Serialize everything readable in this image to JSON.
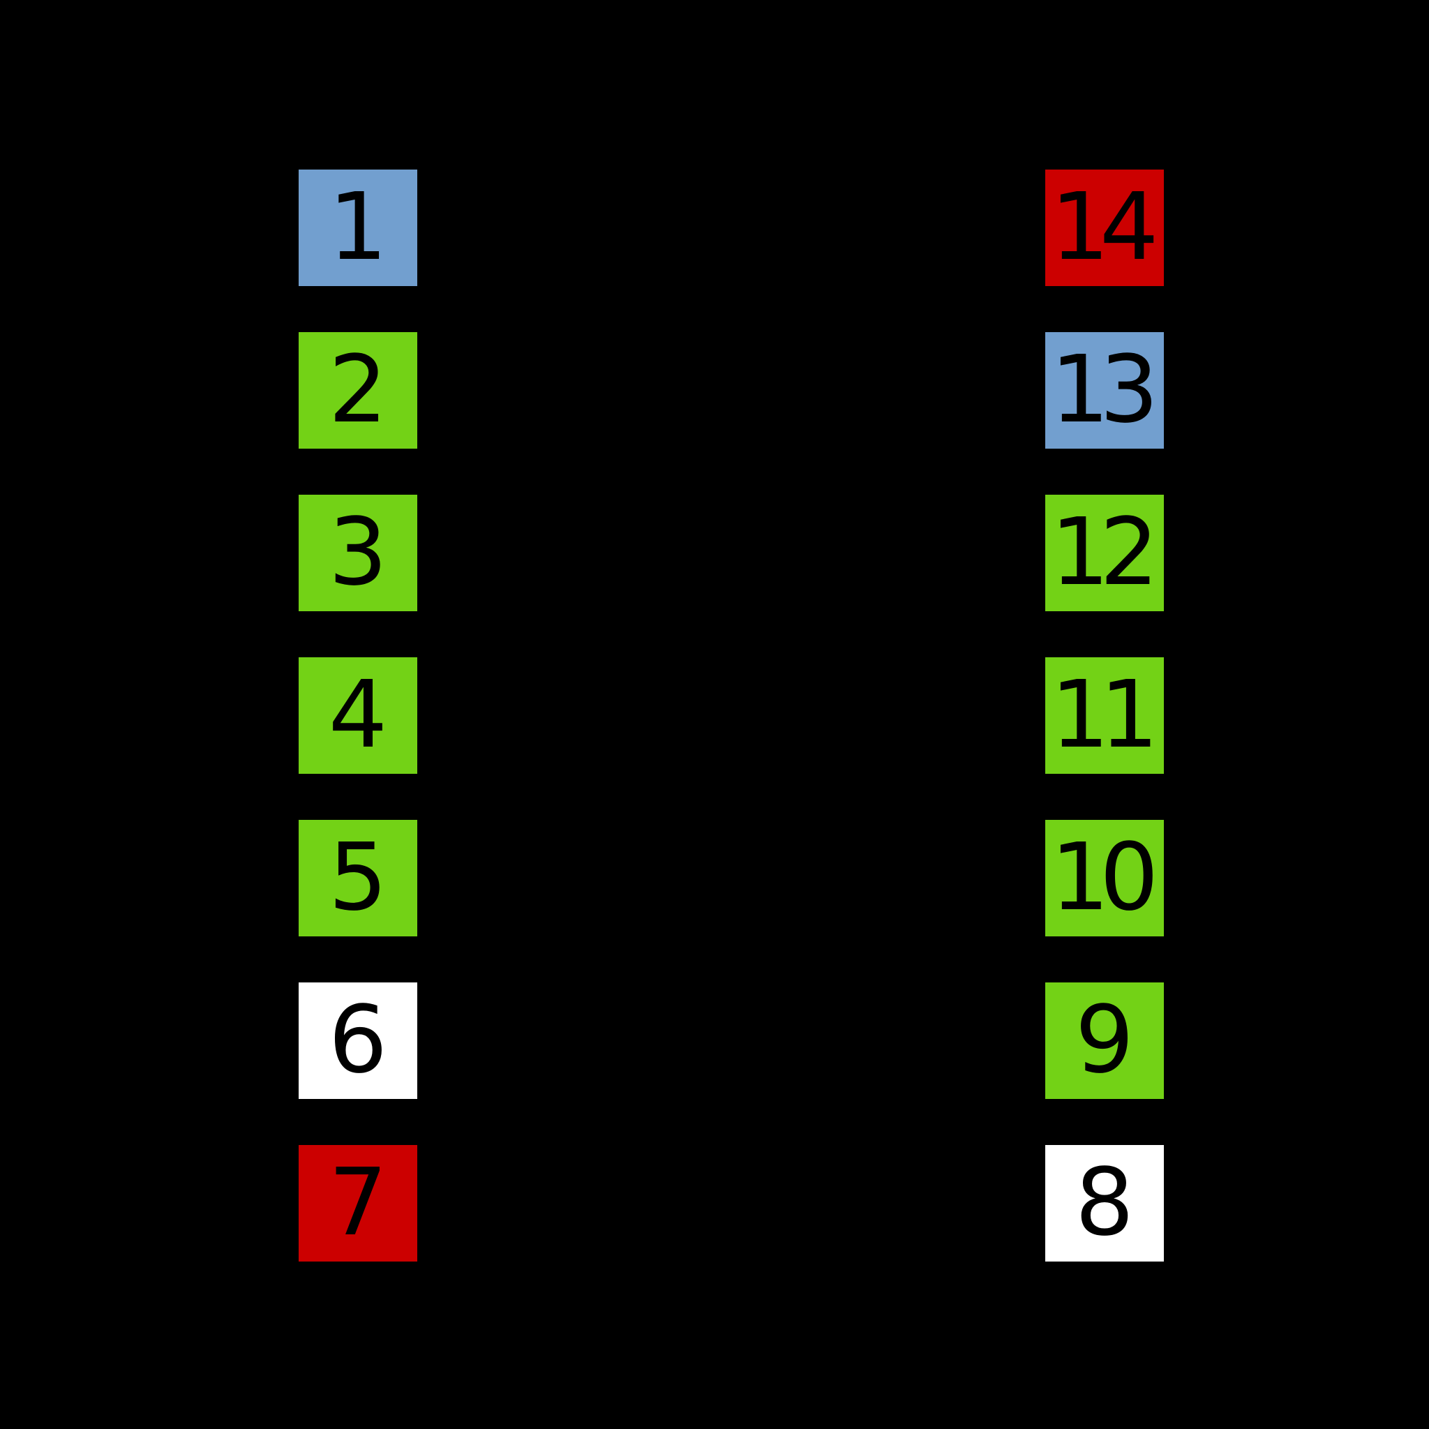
{
  "palette": {
    "background": "#000000",
    "digit": "#000000",
    "blue": "#729fcf",
    "green": "#73d216",
    "red": "#cc0000",
    "white": "#ffffff"
  },
  "pinout": {
    "left_column": [
      {
        "label": "1",
        "color": "blue"
      },
      {
        "label": "2",
        "color": "green"
      },
      {
        "label": "3",
        "color": "green"
      },
      {
        "label": "4",
        "color": "green"
      },
      {
        "label": "5",
        "color": "green"
      },
      {
        "label": "6",
        "color": "white"
      },
      {
        "label": "7",
        "color": "red"
      }
    ],
    "right_column": [
      {
        "label": "14",
        "color": "red"
      },
      {
        "label": "13",
        "color": "blue"
      },
      {
        "label": "12",
        "color": "green"
      },
      {
        "label": "11",
        "color": "green"
      },
      {
        "label": "10",
        "color": "green"
      },
      {
        "label": "9",
        "color": "green"
      },
      {
        "label": "8",
        "color": "white"
      }
    ]
  }
}
